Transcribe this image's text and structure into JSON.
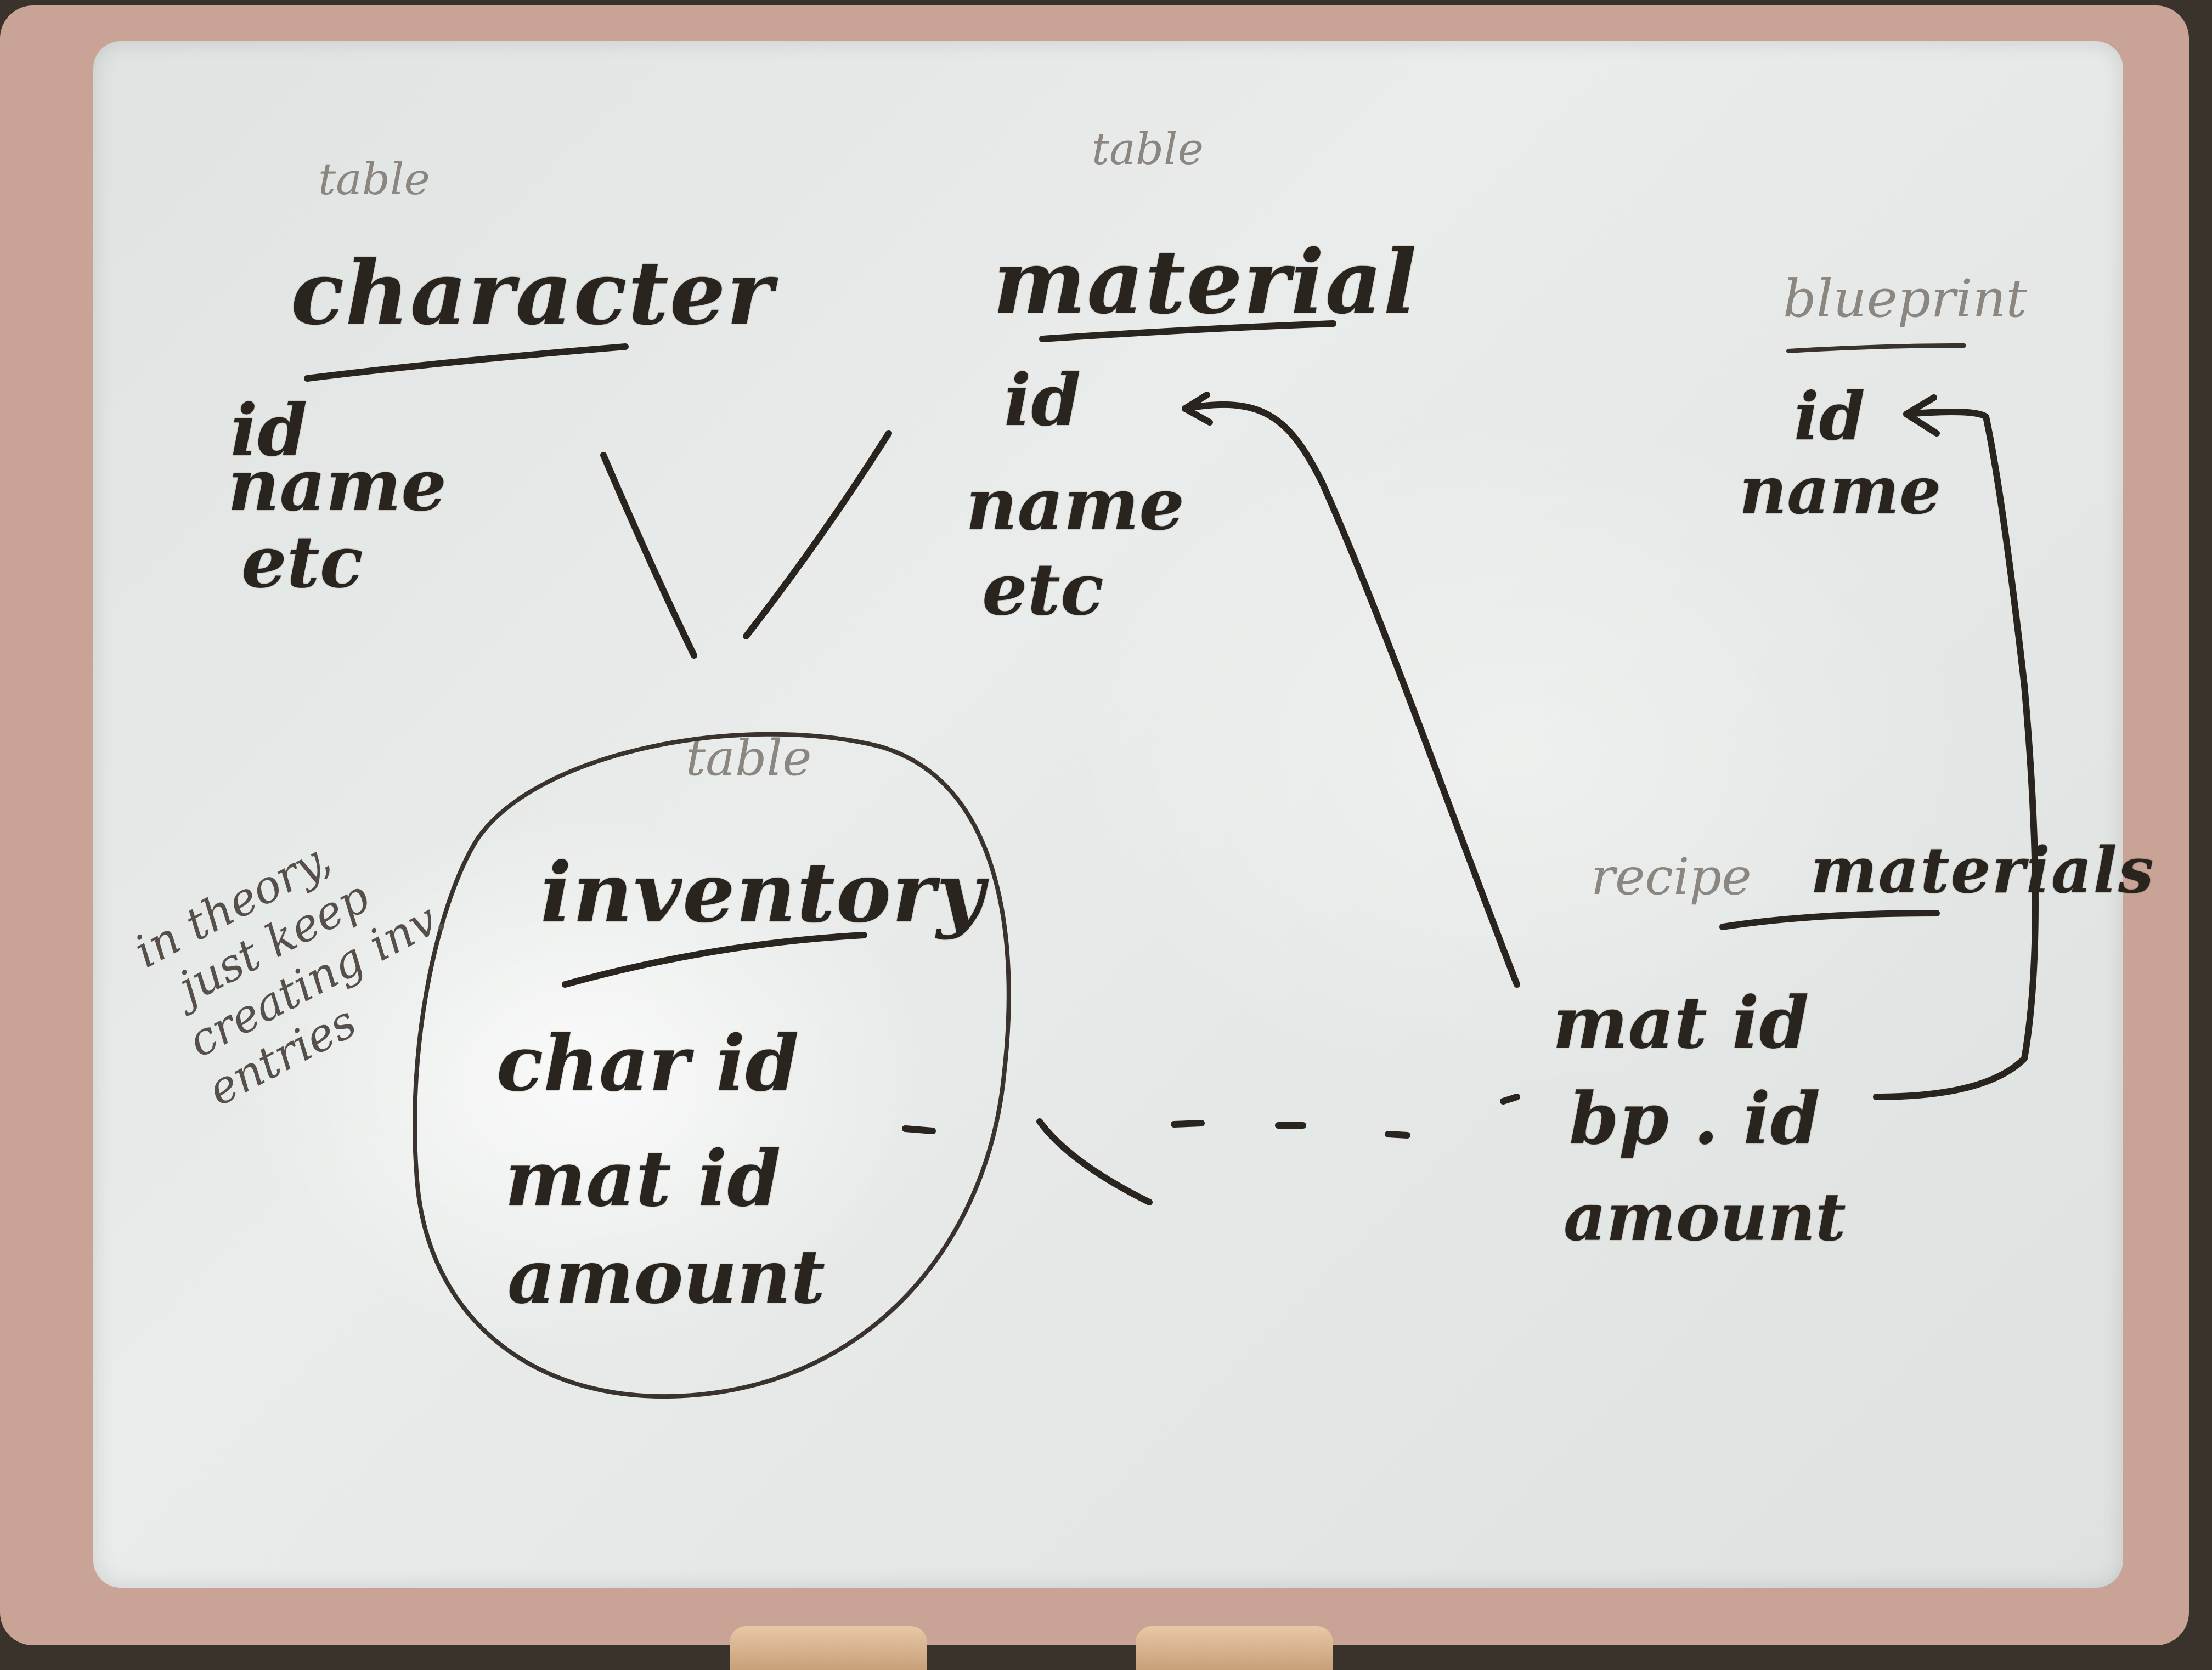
{
  "tables": {
    "character": {
      "tag": "table",
      "title": "character",
      "fields": [
        "id",
        "name",
        "etc"
      ]
    },
    "material": {
      "tag": "table",
      "title": "material",
      "fields": [
        "id",
        "name",
        "etc"
      ]
    },
    "blueprint": {
      "title": "blueprint",
      "fields": [
        "id",
        "name"
      ]
    },
    "inventory": {
      "tag": "table",
      "title": "inventory",
      "fields": [
        "char id",
        "mat id",
        "amount"
      ]
    },
    "recipe_materials": {
      "prefix": "recipe",
      "title": "materials",
      "fields": [
        "mat id",
        "bp . id",
        "amount"
      ]
    }
  },
  "side_note": [
    "in theory,",
    "just keep",
    "creating inv.",
    "entries"
  ]
}
